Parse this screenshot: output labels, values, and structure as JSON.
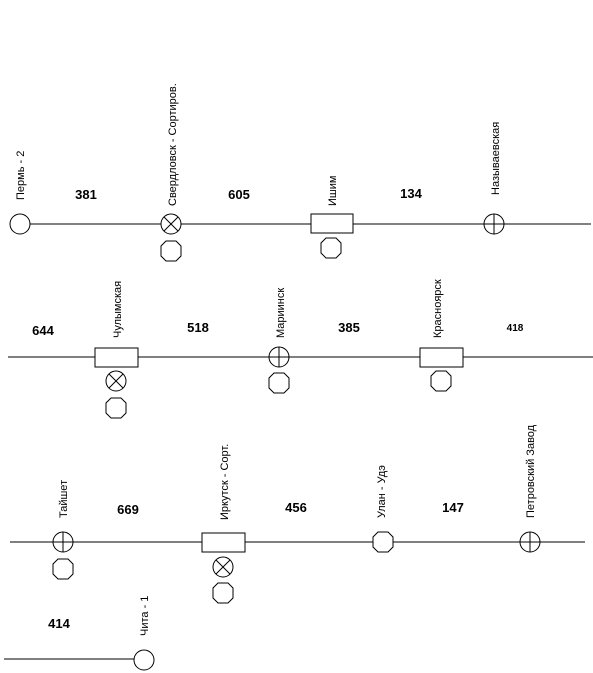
{
  "stations": {
    "perm2": "Пермь - 2",
    "sverdlovsk": "Свердловск - Сортиров.",
    "ishim": "Ишим",
    "nazyvaevskaya": "Называевская",
    "chulymskaya": "Чулымская",
    "mariinsk": "Мариинск",
    "krasnoyarsk": "Красноярск",
    "tayshet": "Тайшет",
    "irkutsk": "Иркутск - Сорт.",
    "ulan_ude": "Улан - Удэ",
    "petrovsky": "Петровский Завод",
    "chita1": "Чита - 1"
  },
  "distances": {
    "perm_sverdlovsk": "381",
    "sverdlovsk_ishim": "605",
    "ishim_nazyvaevskaya": "134",
    "before_chulymskaya": "644",
    "chulymskaya_mariinsk": "518",
    "mariinsk_krasnoyarsk": "385",
    "after_krasnoyarsk": "418",
    "tayshet_irkutsk": "669",
    "irkutsk_ulanude": "456",
    "ulanude_petrovsky": "147",
    "before_chita": "414"
  }
}
